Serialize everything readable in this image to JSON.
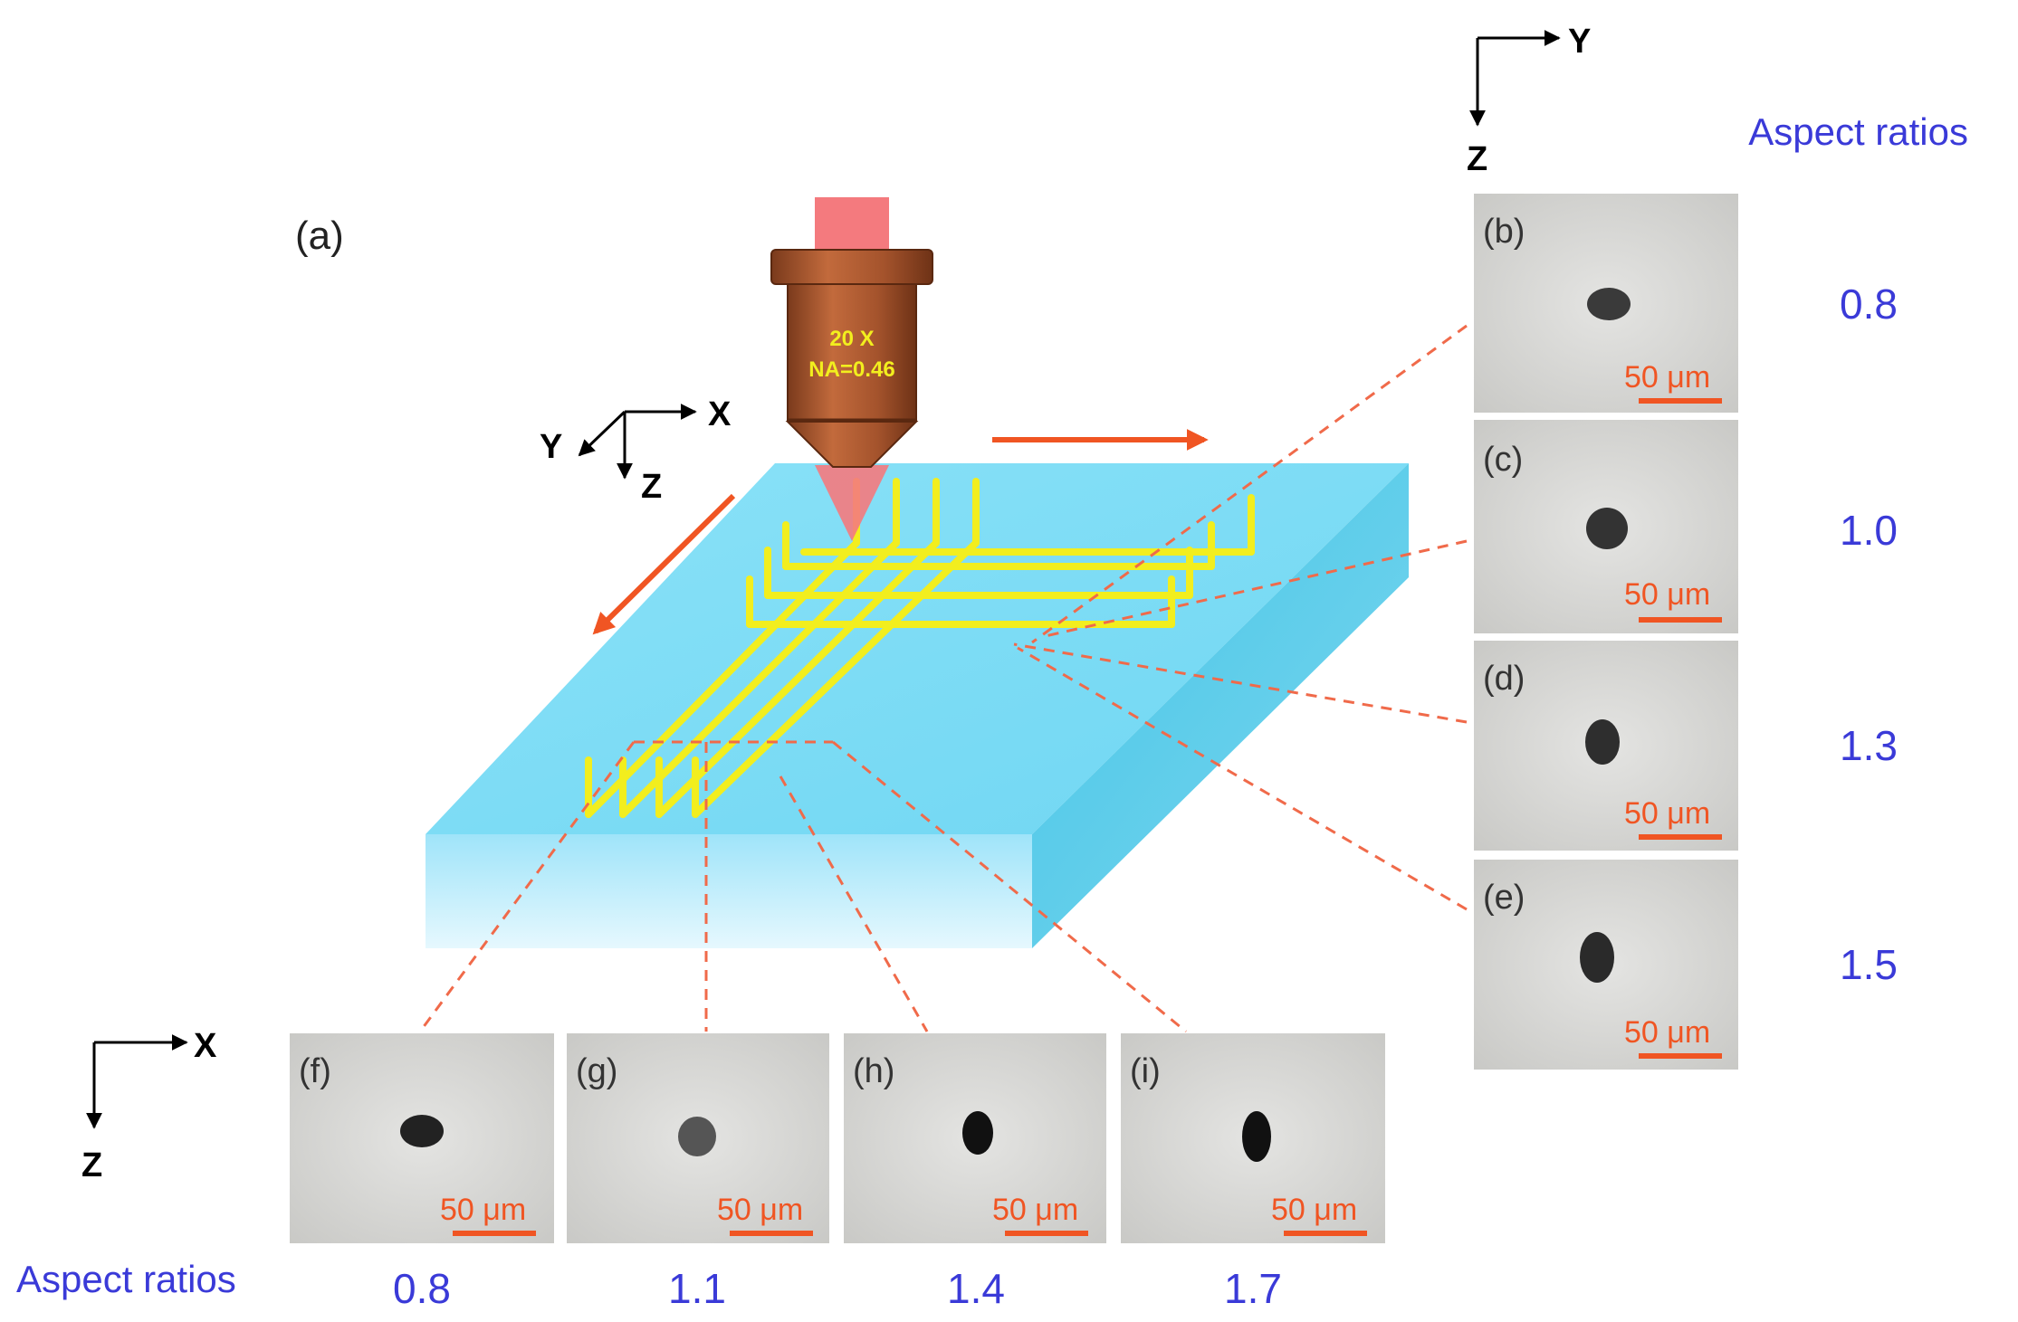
{
  "panel_a": {
    "label": "(a)",
    "objective_mag": "20 X",
    "objective_na": "NA=0.46",
    "axes": {
      "x": "X",
      "y": "Y",
      "z": "Z"
    }
  },
  "right_column": {
    "axes": {
      "y": "Y",
      "z": "Z"
    },
    "heading": "Aspect ratios",
    "panels": [
      {
        "label": "(b)",
        "scale": "50 μm",
        "ratio": "0.8"
      },
      {
        "label": "(c)",
        "scale": "50 μm",
        "ratio": "1.0"
      },
      {
        "label": "(d)",
        "scale": "50 μm",
        "ratio": "1.3"
      },
      {
        "label": "(e)",
        "scale": "50 μm",
        "ratio": "1.5"
      }
    ]
  },
  "bottom_row": {
    "axes": {
      "x": "X",
      "z": "Z"
    },
    "heading": "Aspect ratios",
    "panels": [
      {
        "label": "(f)",
        "scale": "50 μm",
        "ratio": "0.8"
      },
      {
        "label": "(g)",
        "scale": "50 μm",
        "ratio": "1.1"
      },
      {
        "label": "(h)",
        "scale": "50 μm",
        "ratio": "1.4"
      },
      {
        "label": "(i)",
        "scale": "50 μm",
        "ratio": "1.7"
      }
    ]
  },
  "colors": {
    "glass_top": "#7fdcf5",
    "glass_front": "#aee8fa",
    "glass_side": "#4cc6e8",
    "channels": "#f2ee1e",
    "objective": "#a4532c",
    "beam": "#f47a7e",
    "arrow": "#f05523",
    "guide": "#f06a4a",
    "ratio_text": "#3a3ad8",
    "micrograph": "#d6d6d4"
  }
}
